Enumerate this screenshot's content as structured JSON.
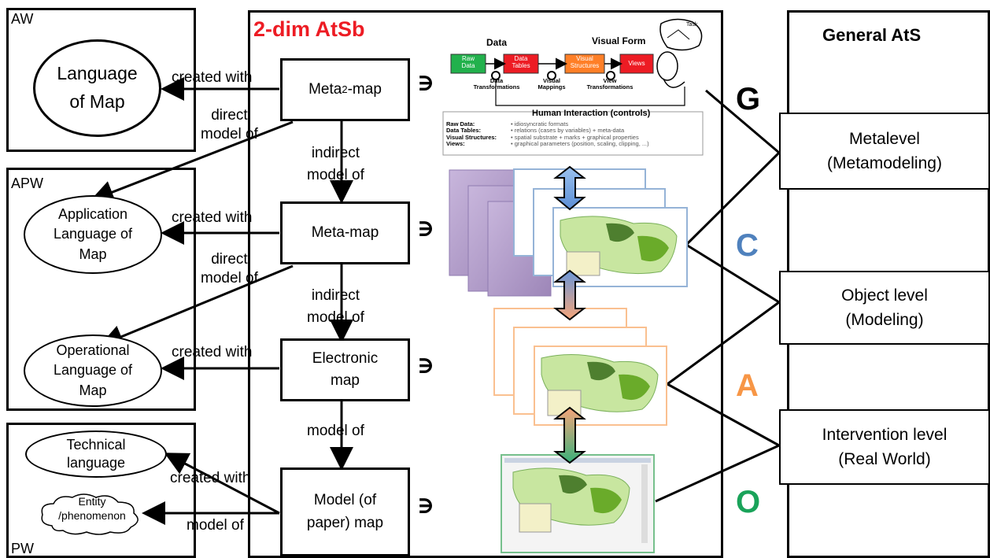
{
  "aw": {
    "label": "AW",
    "lang": "Language\nof Map"
  },
  "apw": {
    "label": "APW",
    "app_lang": "Application\nLanguage of\nMap",
    "op_lang": "Operational\nLanguage of\nMap"
  },
  "pw": {
    "label": "PW",
    "tech_lang": "Technical\nlanguage",
    "entity": "Entity\n/phenomenon"
  },
  "center": {
    "title": "2-dim AtSb",
    "nodes": {
      "meta2": "Meta²-map",
      "meta": "Meta-map",
      "electronic": "Electronic\nmap",
      "model": "Model (of\npaper) map"
    },
    "element_of": "∋",
    "edges": {
      "created_with": "created with",
      "direct_model_of": "direct\nmodel of",
      "indirect_model_of": "indirect\nmodel of",
      "model_of": "model of"
    }
  },
  "pipeline": {
    "data": "Data",
    "visual_form": "Visual Form",
    "task": "Task",
    "boxes": [
      "Raw\nData",
      "Data\nTables",
      "Visual\nStructures",
      "Views"
    ],
    "transforms": [
      "Data\nTransformations",
      "Visual\nMappings",
      "View\nTransformations"
    ],
    "human": "Human Interaction (controls)",
    "table_rows": [
      {
        "k": "Raw Data:",
        "v": "• idiosyncratic formats"
      },
      {
        "k": "Data Tables:",
        "v": "• relations (cases by variables) + meta-data"
      },
      {
        "k": "Visual Structures:",
        "v": "• spatial substrate + marks + graphical properties"
      },
      {
        "k": "Views:",
        "v": "• graphical parameters (position, scaling, clipping, ...)"
      }
    ],
    "colors": {
      "raw": "#22b14c",
      "tables": "#ed1c24",
      "structures": "#ff7f27",
      "views": "#ed1c24"
    }
  },
  "letters": [
    {
      "t": "G",
      "color": "#000000"
    },
    {
      "t": "C",
      "color": "#4f81bd"
    },
    {
      "t": "A",
      "color": "#f79646"
    },
    {
      "t": "O",
      "color": "#1aa35a"
    }
  ],
  "general": {
    "title": "General AtS",
    "levels": [
      "Metalevel\n(Metamodeling)",
      "Object level\n(Modeling)",
      "Intervention level\n(Real World)"
    ]
  },
  "frame_colors": {
    "blue": "#95b3d7",
    "orange": "#fac090",
    "green": "#76c08c",
    "purple": "#b3a2c7"
  }
}
